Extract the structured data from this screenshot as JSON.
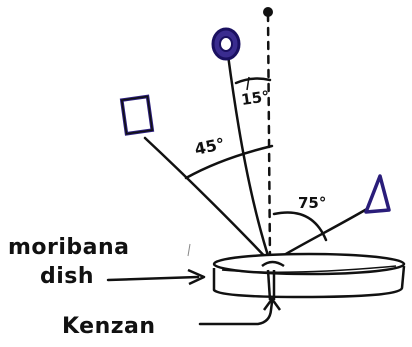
{
  "labels": {
    "dish_line1": "moribana",
    "dish_line2": "dish",
    "kenzan": "Kenzan"
  },
  "angles": {
    "a15": "15°",
    "a45": "45°",
    "a75": "75°"
  },
  "colors": {
    "ink": "#111111",
    "marker_blue": "#2a1d7a",
    "marker_fill": "#3a2c8f"
  },
  "icons": {
    "top_marker": "circle-icon",
    "left_marker": "square-icon",
    "right_marker": "triangle-icon",
    "vertical_top": "dot-icon"
  }
}
